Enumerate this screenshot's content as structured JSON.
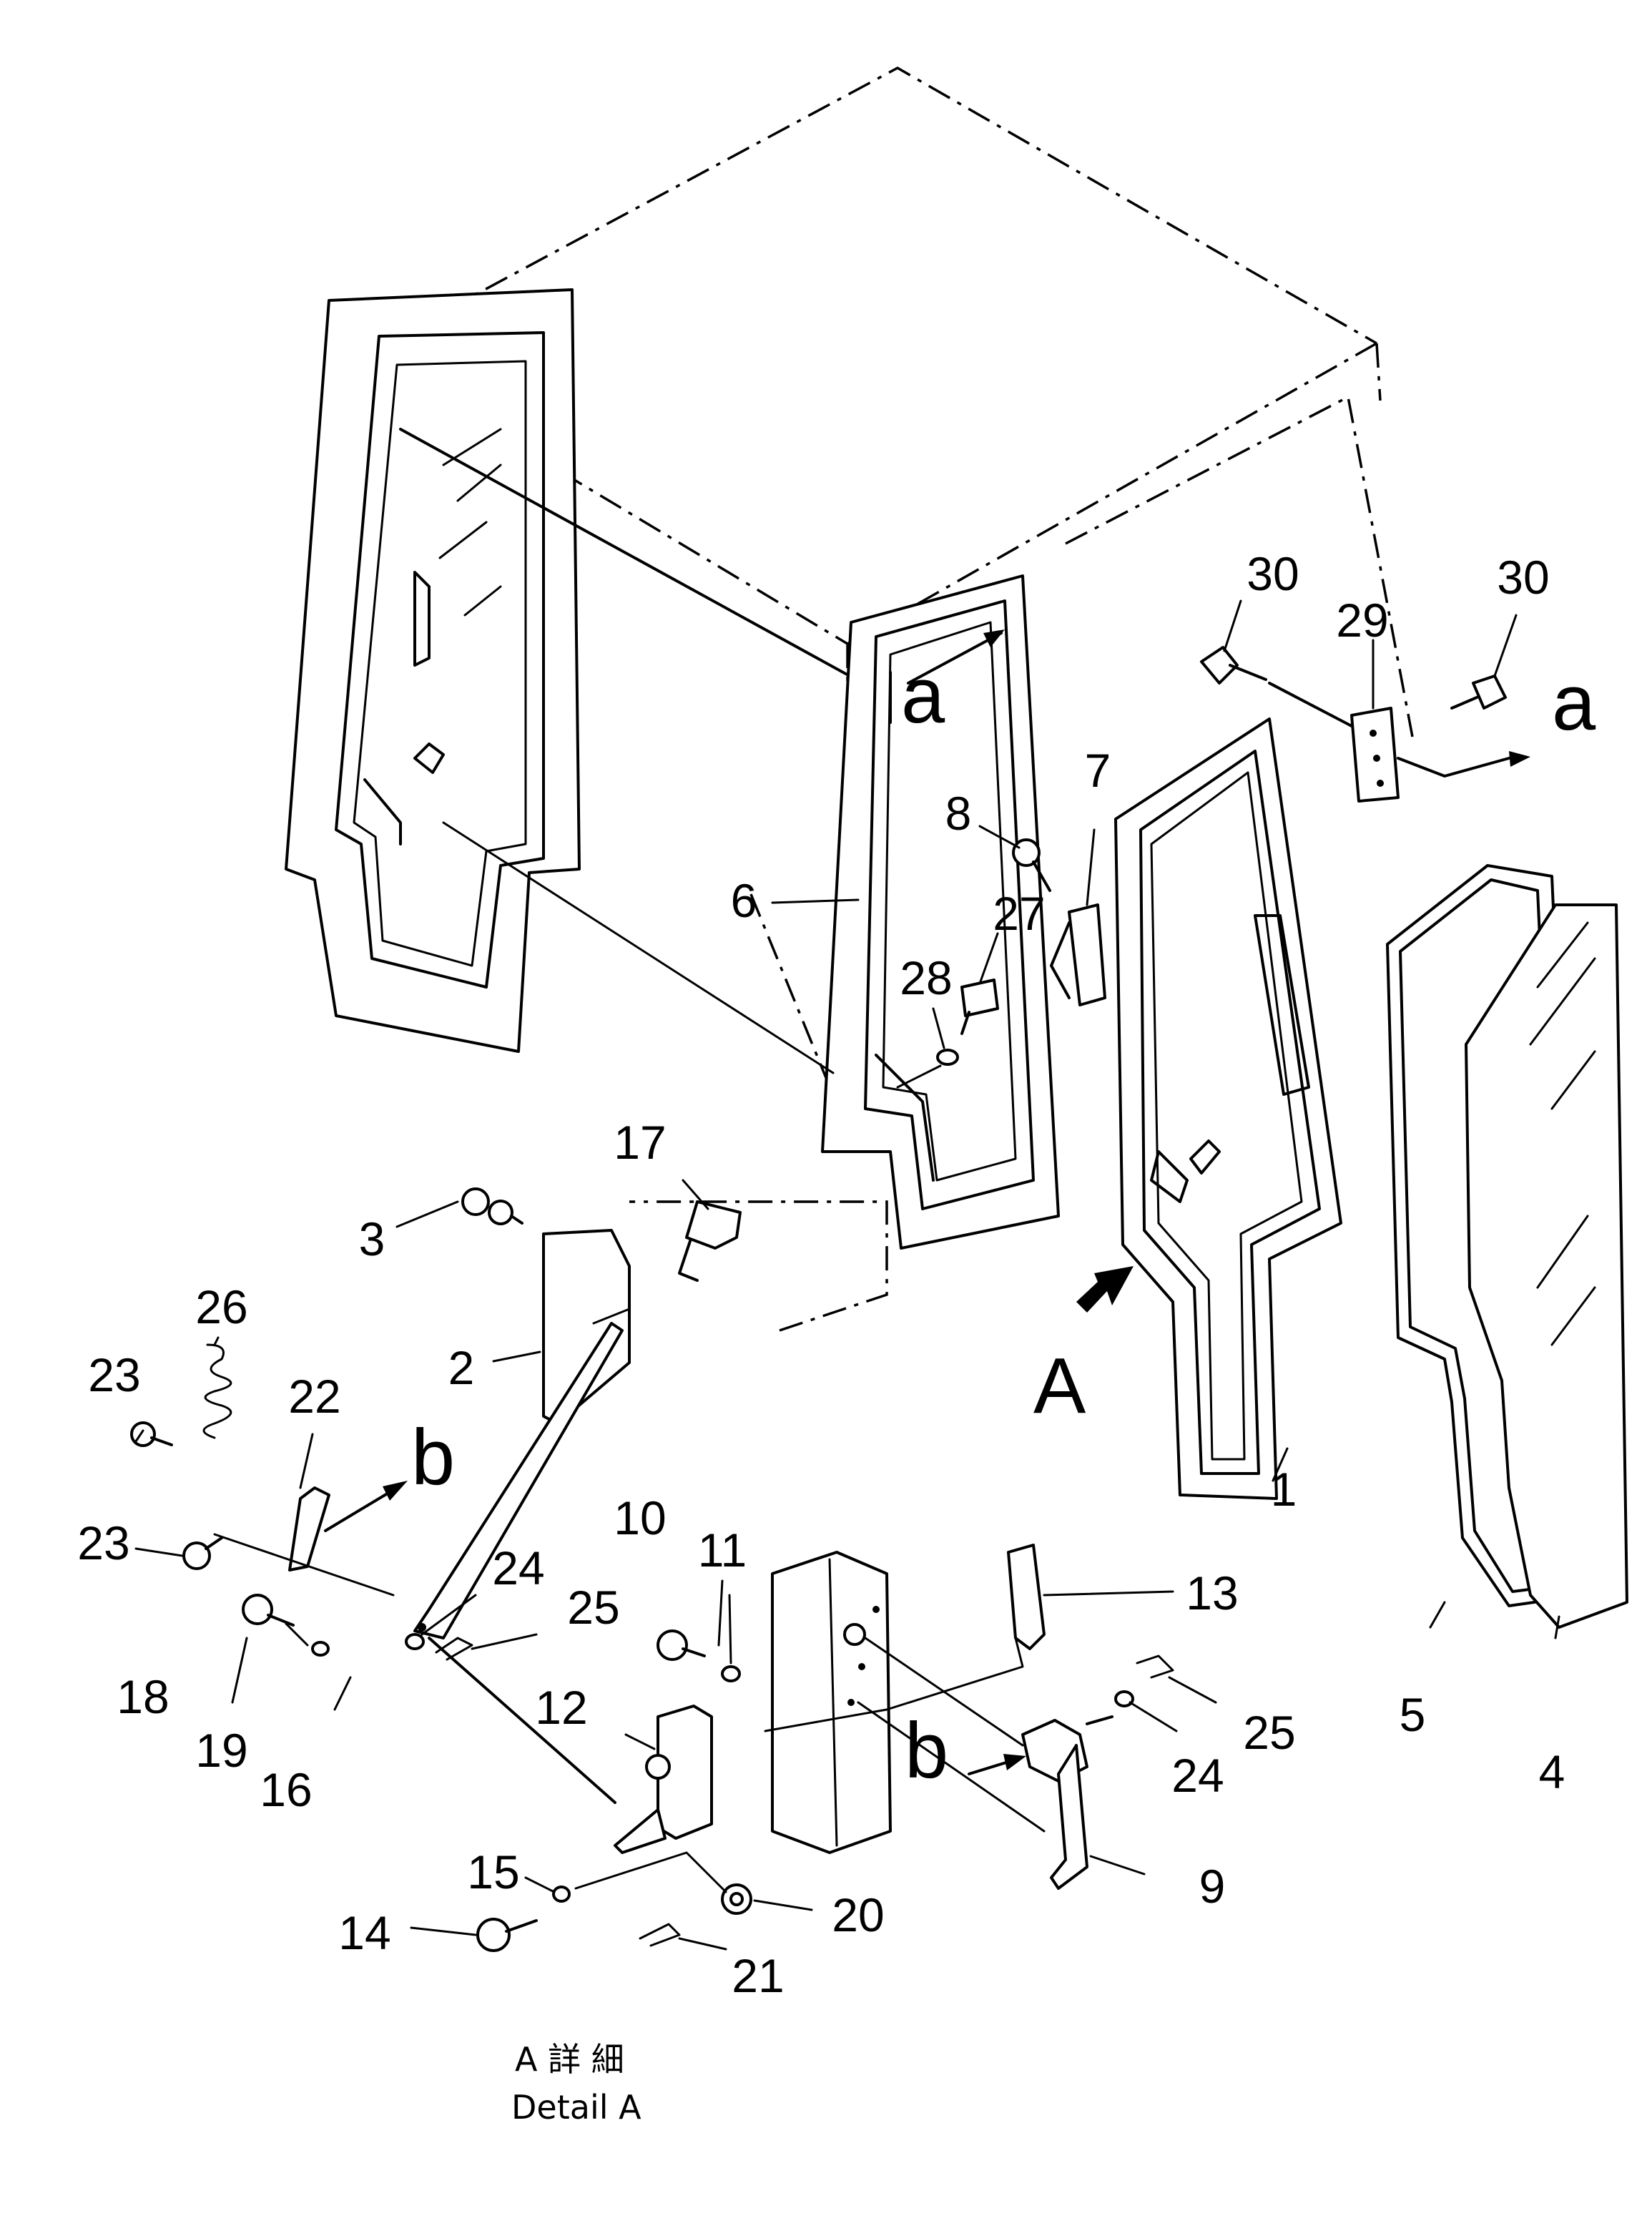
{
  "labels": {
    "p1": "1",
    "p2": "2",
    "p3": "3",
    "p4": "4",
    "p5": "5",
    "p6": "6",
    "p7": "7",
    "p8": "8",
    "p9": "9",
    "p10": "10",
    "p11": "11",
    "p12": "12",
    "p13": "13",
    "p14": "14",
    "p15": "15",
    "p16": "16",
    "p17": "17",
    "p18": "18",
    "p19": "19",
    "p20": "20",
    "p21": "21",
    "p22": "22",
    "p23a": "23",
    "p23b": "23",
    "p24a": "24",
    "p24b": "24",
    "p25a": "25",
    "p25b": "25",
    "p26": "26",
    "p27": "27",
    "p28": "28",
    "p29": "29",
    "p30a": "30",
    "p30b": "30"
  },
  "markers": {
    "a_door": "a",
    "a_hinge": "a",
    "b_left": "b",
    "b_right": "b",
    "view_A": "A"
  },
  "caption": {
    "line1": "A  詳  細",
    "line2": "Detail  A"
  }
}
